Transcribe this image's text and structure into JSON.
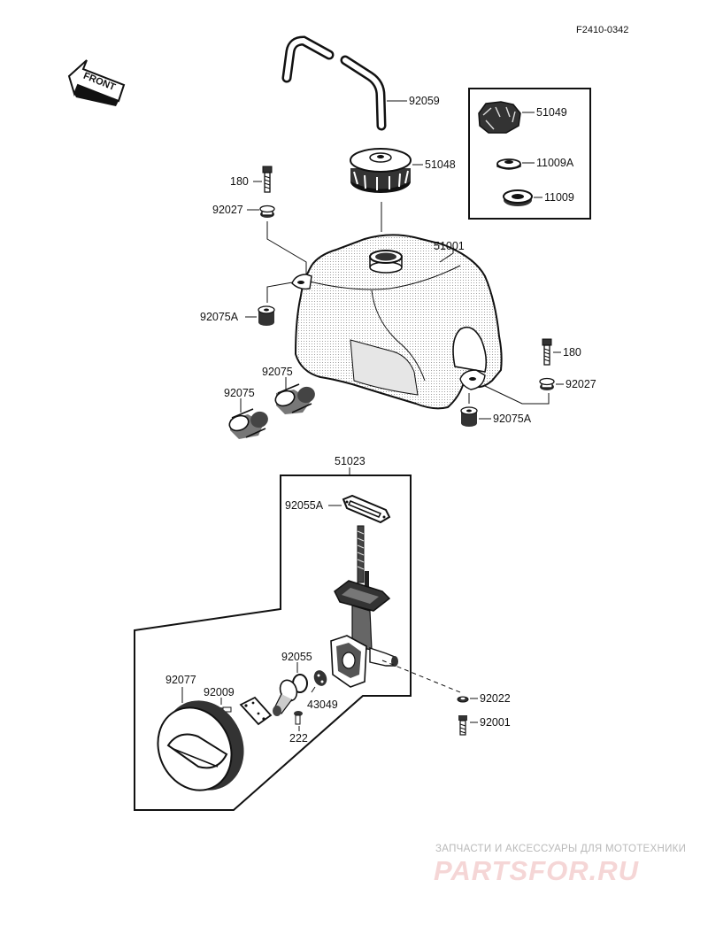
{
  "diagram": {
    "code": "F2410-0342",
    "front_label": "FRONT",
    "parts": {
      "p92059": "92059",
      "p51049": "51049",
      "p11009A": "11009A",
      "p11009": "11009",
      "p51048": "51048",
      "p180_top": "180",
      "p92027_top": "92027",
      "p51001": "51001",
      "p92075A_left": "92075A",
      "p180_right": "180",
      "p92027_right": "92027",
      "p92075A_right": "92075A",
      "p92075_upper": "92075",
      "p92075_lower": "92075",
      "p51023": "51023",
      "p92055A": "92055A",
      "p92077": "92077",
      "p92009": "92009",
      "p92055": "92055",
      "p43049": "43049",
      "p222": "222",
      "p92022": "92022",
      "p92001": "92001"
    }
  },
  "watermark": {
    "caption": "ЗАПЧАСТИ И АКСЕССУАРЫ ДЛЯ МОТОТЕХНИКИ",
    "logo": "PARTSFOR.RU"
  },
  "colors": {
    "ink": "#111111",
    "watermark_caption": "#b9b9b9",
    "watermark_logo": "#f5d6d6"
  }
}
